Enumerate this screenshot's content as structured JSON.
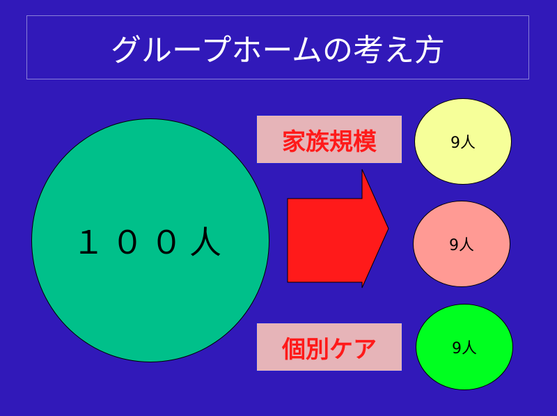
{
  "title": "グループホームの考え方",
  "big_circle": {
    "label": "１００人",
    "color": "#00c08a"
  },
  "labels": [
    "家族規模",
    "個別ケア"
  ],
  "small_circles": [
    {
      "label": "9人",
      "color": "#f6ff99"
    },
    {
      "label": "9人",
      "color": "#ff9a94"
    },
    {
      "label": "9人",
      "color": "#00ff20"
    }
  ],
  "arrow_color": "#ff1a1a"
}
